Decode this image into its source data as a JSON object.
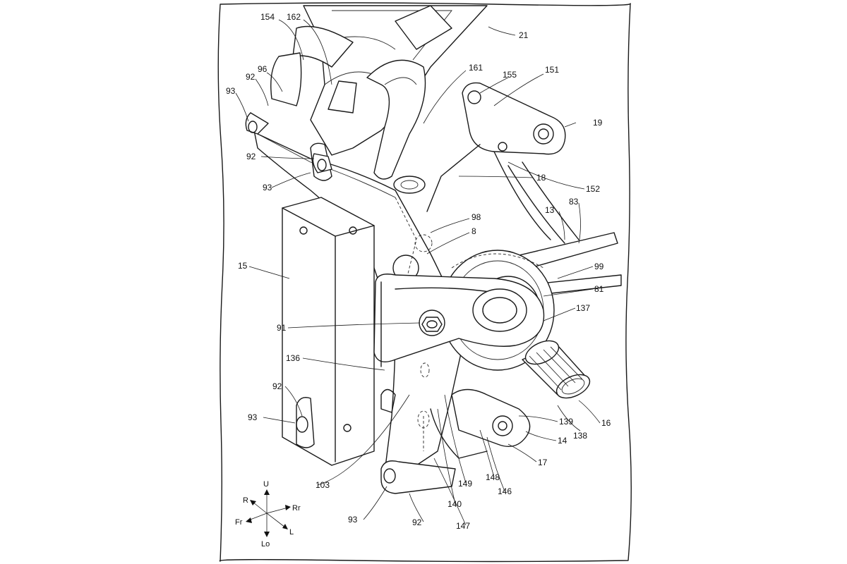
{
  "labels": {
    "l21": "21",
    "l154": "154",
    "l162": "162",
    "l96": "96",
    "l92a": "92",
    "l93a": "93",
    "l161": "161",
    "l155": "155",
    "l151": "151",
    "l19": "19",
    "l92b": "92",
    "l93b": "93",
    "l18": "18",
    "l152": "152",
    "l13": "13",
    "l83": "83",
    "l98": "98",
    "l8": "8",
    "l15": "15",
    "l99": "99",
    "l81": "81",
    "l137": "137",
    "l91": "91",
    "l136": "136",
    "l92c": "92",
    "l93c": "93",
    "l139": "139",
    "l138": "138",
    "l16": "16",
    "l14": "14",
    "l17": "17",
    "l103": "103",
    "l149": "149",
    "l148": "148",
    "l146": "146",
    "l140": "140",
    "l93d": "93",
    "l92d": "92",
    "l147": "147"
  },
  "directions": {
    "up": "U",
    "down": "Lo",
    "right": "R",
    "rear": "Rr",
    "front": "Fr",
    "left": "L"
  }
}
